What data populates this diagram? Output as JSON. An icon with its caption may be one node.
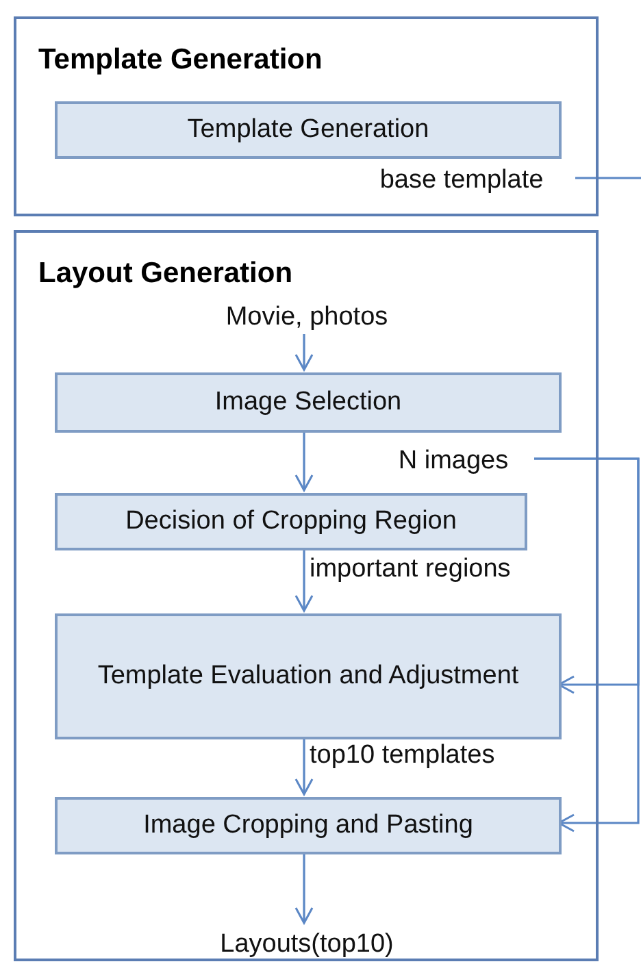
{
  "diagram": {
    "nodes": [
      {
        "text": [
          "Template Generation"
        ]
      },
      {
        "text": [
          "Template Generation"
        ],
        "in": 0
      },
      {
        "text": [
          "base template"
        ],
        "in": 0
      },
      {
        "text": [
          "Layout Generation"
        ]
      },
      {
        "text": [
          "Movie, photos"
        ],
        "in": 3
      },
      {
        "text": [
          "Image Selection"
        ],
        "in": 3
      },
      {
        "text": [
          "Decision of Cropping Region"
        ],
        "in": 3
      },
      {
        "text": [
          "Template Evaluation and Adjustment"
        ],
        "in": 3
      },
      {
        "text": [
          "Image Cropping and Pasting"
        ],
        "in": 3
      },
      {
        "text": [
          "Layouts(top10)"
        ],
        "in": 3
      },
      {
        "text": [
          "N images"
        ],
        "in": 3
      }
    ],
    "edges": [
      {
        "from": 2,
        "to": null,
        "arrow": "none"
      },
      {
        "from": 4,
        "to": 5,
        "arrow": "to"
      },
      {
        "from": 5,
        "to": 6,
        "arrow": "to"
      },
      {
        "from": 6,
        "to": 7,
        "arrow": "to",
        "label": "important regions"
      },
      {
        "from": 7,
        "to": 8,
        "arrow": "to",
        "label": "top10 templates"
      },
      {
        "from": 8,
        "to": 9,
        "arrow": "to"
      },
      {
        "from": 10,
        "to": 7,
        "arrow": "to"
      },
      {
        "from": 10,
        "to": 8,
        "arrow": "to"
      }
    ]
  }
}
